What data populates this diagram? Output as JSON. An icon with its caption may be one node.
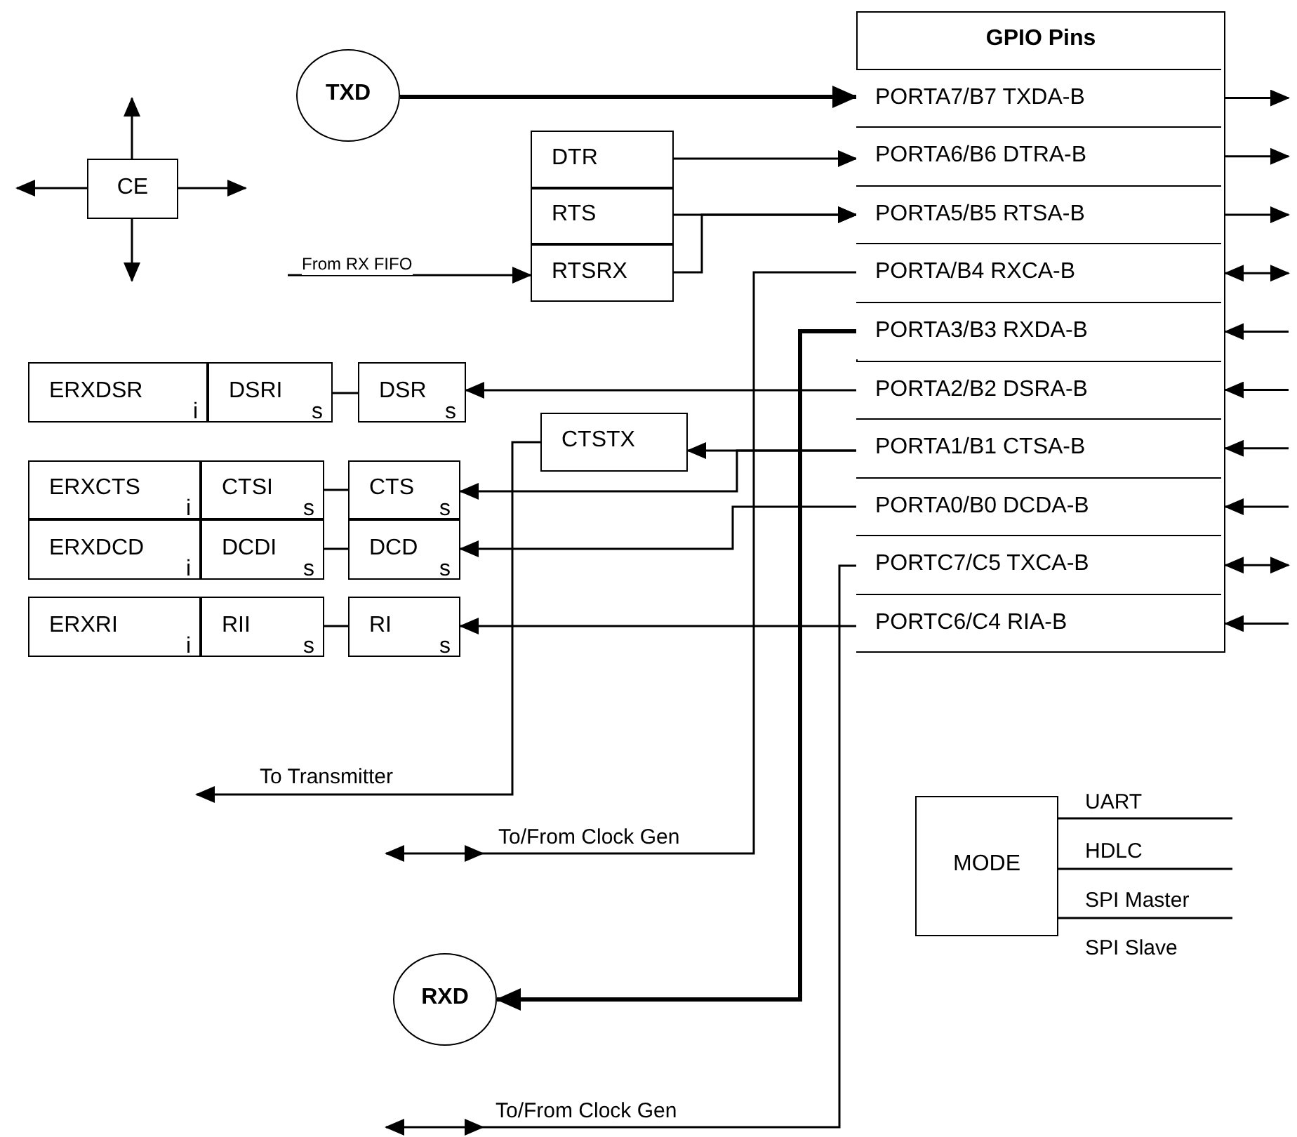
{
  "diagram": {
    "nodes": [
      {
        "text": [
          "CE"
        ]
      },
      {
        "text": [
          "TXD"
        ]
      },
      {
        "text": [
          "GPIO Pins"
        ]
      },
      {
        "text": [
          "PORTA7/B7 TXDA-B"
        ],
        "in": 2
      },
      {
        "text": [
          "PORTA6/B6 DTRA-B"
        ],
        "in": 2
      },
      {
        "text": [
          "PORTA5/B5 RTSA-B"
        ],
        "in": 2
      },
      {
        "text": [
          "PORTA/B4 RXCA-B"
        ],
        "in": 2
      },
      {
        "text": [
          "PORTA3/B3 RXDA-B"
        ],
        "in": 2
      },
      {
        "text": [
          "PORTA2/B2 DSRA-B"
        ],
        "in": 2
      },
      {
        "text": [
          "PORTA1/B1 CTSA-B"
        ],
        "in": 2
      },
      {
        "text": [
          "PORTA0/B0 DCDA-B"
        ],
        "in": 2
      },
      {
        "text": [
          "PORTC7/C5 TXCA-B"
        ],
        "in": 2
      },
      {
        "text": [
          "PORTC6/C4 RIA-B"
        ],
        "in": 2
      },
      {
        "text": [
          "DTR"
        ]
      },
      {
        "text": [
          "RTS"
        ]
      },
      {
        "text": [
          "RTSRX"
        ]
      },
      {
        "text": [
          "ERXDSR",
          "i"
        ]
      },
      {
        "text": [
          "DSRI",
          "s"
        ]
      },
      {
        "text": [
          "DSR",
          "s"
        ]
      },
      {
        "text": [
          "CTSTX"
        ]
      },
      {
        "text": [
          "ERXCTS",
          "i"
        ]
      },
      {
        "text": [
          "CTSI",
          "s"
        ]
      },
      {
        "text": [
          "CTS",
          "s"
        ]
      },
      {
        "text": [
          "ERXDCD",
          "i"
        ]
      },
      {
        "text": [
          "DCDI",
          "s"
        ]
      },
      {
        "text": [
          "DCD",
          "s"
        ]
      },
      {
        "text": [
          "ERXRI",
          "i"
        ]
      },
      {
        "text": [
          "RII",
          "s"
        ]
      },
      {
        "text": [
          "RI",
          "s"
        ]
      },
      {
        "text": [
          "RXD"
        ]
      },
      {
        "text": [
          "MODE"
        ]
      }
    ],
    "edges": [
      {
        "from": 1,
        "to": 3,
        "arrow": "to",
        "style": "thick"
      },
      {
        "from": 13,
        "to": 4,
        "arrow": "to"
      },
      {
        "from": 14,
        "to": 5,
        "arrow": "to"
      },
      {
        "from": 15,
        "to": 5,
        "arrow": "to"
      },
      {
        "from": null,
        "to": 15,
        "arrow": "to",
        "label": "From RX FIFO"
      },
      {
        "from": 6,
        "to": null,
        "arrow": "to",
        "label": "To/From Clock Gen"
      },
      {
        "from": 7,
        "to": 29,
        "arrow": "to",
        "style": "thick"
      },
      {
        "from": 8,
        "to": 18,
        "arrow": "to"
      },
      {
        "from": 9,
        "to": 19,
        "arrow": "to"
      },
      {
        "from": 9,
        "to": 22,
        "arrow": "to"
      },
      {
        "from": 10,
        "to": 25,
        "arrow": "to"
      },
      {
        "from": 11,
        "to": null,
        "arrow": "to",
        "label": "To/From Clock Gen"
      },
      {
        "from": 12,
        "to": 28,
        "arrow": "to"
      },
      {
        "from": 19,
        "to": null,
        "arrow": "to",
        "label": "To Transmitter"
      },
      {
        "from": 17,
        "to": 18,
        "arrow": "none"
      },
      {
        "from": 21,
        "to": 22,
        "arrow": "none"
      },
      {
        "from": 24,
        "to": 25,
        "arrow": "none"
      },
      {
        "from": 27,
        "to": 28,
        "arrow": "none"
      },
      {
        "from": 3,
        "to": null,
        "arrow": "to"
      },
      {
        "from": 4,
        "to": null,
        "arrow": "to"
      },
      {
        "from": 5,
        "to": null,
        "arrow": "to"
      },
      {
        "from": 6,
        "to": null,
        "arrow": "both"
      },
      {
        "from": null,
        "to": 7,
        "arrow": "to"
      },
      {
        "from": null,
        "to": 8,
        "arrow": "to"
      },
      {
        "from": null,
        "to": 9,
        "arrow": "to"
      },
      {
        "from": null,
        "to": 10,
        "arrow": "to"
      },
      {
        "from": 11,
        "to": null,
        "arrow": "both"
      },
      {
        "from": null,
        "to": 12,
        "arrow": "to"
      },
      {
        "from": 0,
        "to": null,
        "arrow": "to"
      },
      {
        "from": 0,
        "to": null,
        "arrow": "to"
      },
      {
        "from": 0,
        "to": null,
        "arrow": "to"
      },
      {
        "from": 0,
        "to": null,
        "arrow": "to"
      },
      {
        "from": 30,
        "to": null,
        "arrow": "none",
        "label": "UART"
      },
      {
        "from": 30,
        "to": null,
        "arrow": "none",
        "label": "HDLC"
      },
      {
        "from": 30,
        "to": null,
        "arrow": "none",
        "label": "SPI Master"
      }
    ],
    "labels": [
      "SPI Slave"
    ]
  }
}
